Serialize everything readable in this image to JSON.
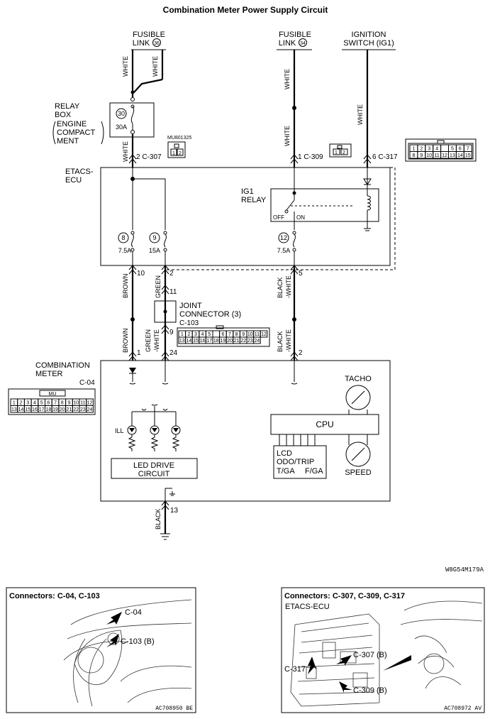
{
  "title": "Combination Meter Power Supply Circuit",
  "sources": {
    "fusible_link_36_line1": "FUSIBLE",
    "fusible_link_36_line2": "LINK",
    "fusible_link_36_num": "36",
    "fusible_link_34_line1": "FUSIBLE",
    "fusible_link_34_line2": "LINK",
    "fusible_link_34_num": "34",
    "ignition_line1": "IGNITION",
    "ignition_line2": "SWITCH (IG1)"
  },
  "relay_box": {
    "line1": "RELAY",
    "line2": "BOX",
    "line3": "ENGINE",
    "line4": "COMPACT",
    "line5": "MENT",
    "fuse_num": "30",
    "fuse_amp": "30A",
    "part_code": "MU801325"
  },
  "wires": {
    "white_a": "WHITE",
    "white_b": "WHITE",
    "white_c": "WHITE",
    "white_d": "WHITE",
    "white_e": "WHITE",
    "white_f": "WHITE",
    "brown_a": "BROWN",
    "brown_b": "BROWN",
    "green": "GREEN",
    "green_white_1": "GREEN",
    "green_white_2": "-WHITE",
    "black_white_a1": "BLACK",
    "black_white_a2": "-WHITE",
    "black_white_b1": "BLACK",
    "black_white_b2": "-WHITE",
    "black": "BLACK"
  },
  "connectors": {
    "c307": "2 C-307",
    "c309": "1 C-309",
    "c317": "6 C-317",
    "c04": "C-04",
    "c103": "C-103",
    "c317_nums_top": [
      "1",
      "2",
      "3",
      "4",
      "",
      "5",
      "6",
      "7"
    ],
    "c317_nums_bot": [
      "8",
      "9",
      "10",
      "11",
      "12",
      "13",
      "14",
      "15"
    ],
    "c103_row1": [
      "1",
      "2",
      "3",
      "4",
      "5",
      "",
      "6",
      "7",
      "8",
      "9",
      "10",
      "11",
      "12"
    ],
    "c103_row2": [
      "13",
      "14",
      "15",
      "16",
      "17",
      "18",
      "19",
      "20",
      "21",
      "22",
      "23",
      "24"
    ],
    "c04_row1": [
      "1",
      "2",
      "3",
      "4",
      "5",
      "6",
      "7",
      "8",
      "9",
      "10",
      "11",
      "12"
    ],
    "c04_row2": [
      "13",
      "14",
      "15",
      "16",
      "17",
      "18",
      "19",
      "20",
      "21",
      "22",
      "23",
      "24"
    ],
    "c04_tag": "MU",
    "small_pins": [
      "1",
      "2"
    ]
  },
  "etacs": {
    "label_line1": "ETACS-",
    "label_line2": "ECU",
    "relay_line1": "IG1",
    "relay_line2": "RELAY",
    "off": "OFF",
    "on": "ON",
    "fuse8": "8",
    "fuse8_amp": "7.5A",
    "fuse9": "9",
    "fuse9_amp": "15A",
    "fuse12": "12",
    "fuse12_amp": "7.5A"
  },
  "pins": {
    "p10": "10",
    "p2a": "2",
    "p5": "5",
    "p11": "11",
    "p9": "9",
    "p1": "1",
    "p24": "24",
    "p2b": "2",
    "p13": "13"
  },
  "joint": {
    "line1": "JOINT",
    "line2": "CONNECTOR (3)"
  },
  "meter": {
    "label_line1": "COMBINATION",
    "label_line2": "METER",
    "ill": "ILL",
    "led_drive1": "LED DRIVE",
    "led_drive2": "CIRCUIT",
    "cpu": "CPU",
    "lcd1": "LCD",
    "lcd2": "ODO/TRIP",
    "lcd3": "T/GA",
    "lcd4": "F/GA",
    "tacho": "TACHO",
    "speed": "SPEED"
  },
  "diagram_code": "W8G54M179A",
  "panel_left": {
    "title": "Connectors: C-04, C-103",
    "callout1": "C-04",
    "callout2": "C-103 (B)",
    "code": "AC708950 BE"
  },
  "panel_right": {
    "title": "Connectors: C-307, C-309, C-317",
    "subtitle": "ETACS-ECU",
    "callout1": "C-307 (B)",
    "callout2": "C-317",
    "callout3": "C-309 (B)",
    "code": "AC708972 AV"
  }
}
